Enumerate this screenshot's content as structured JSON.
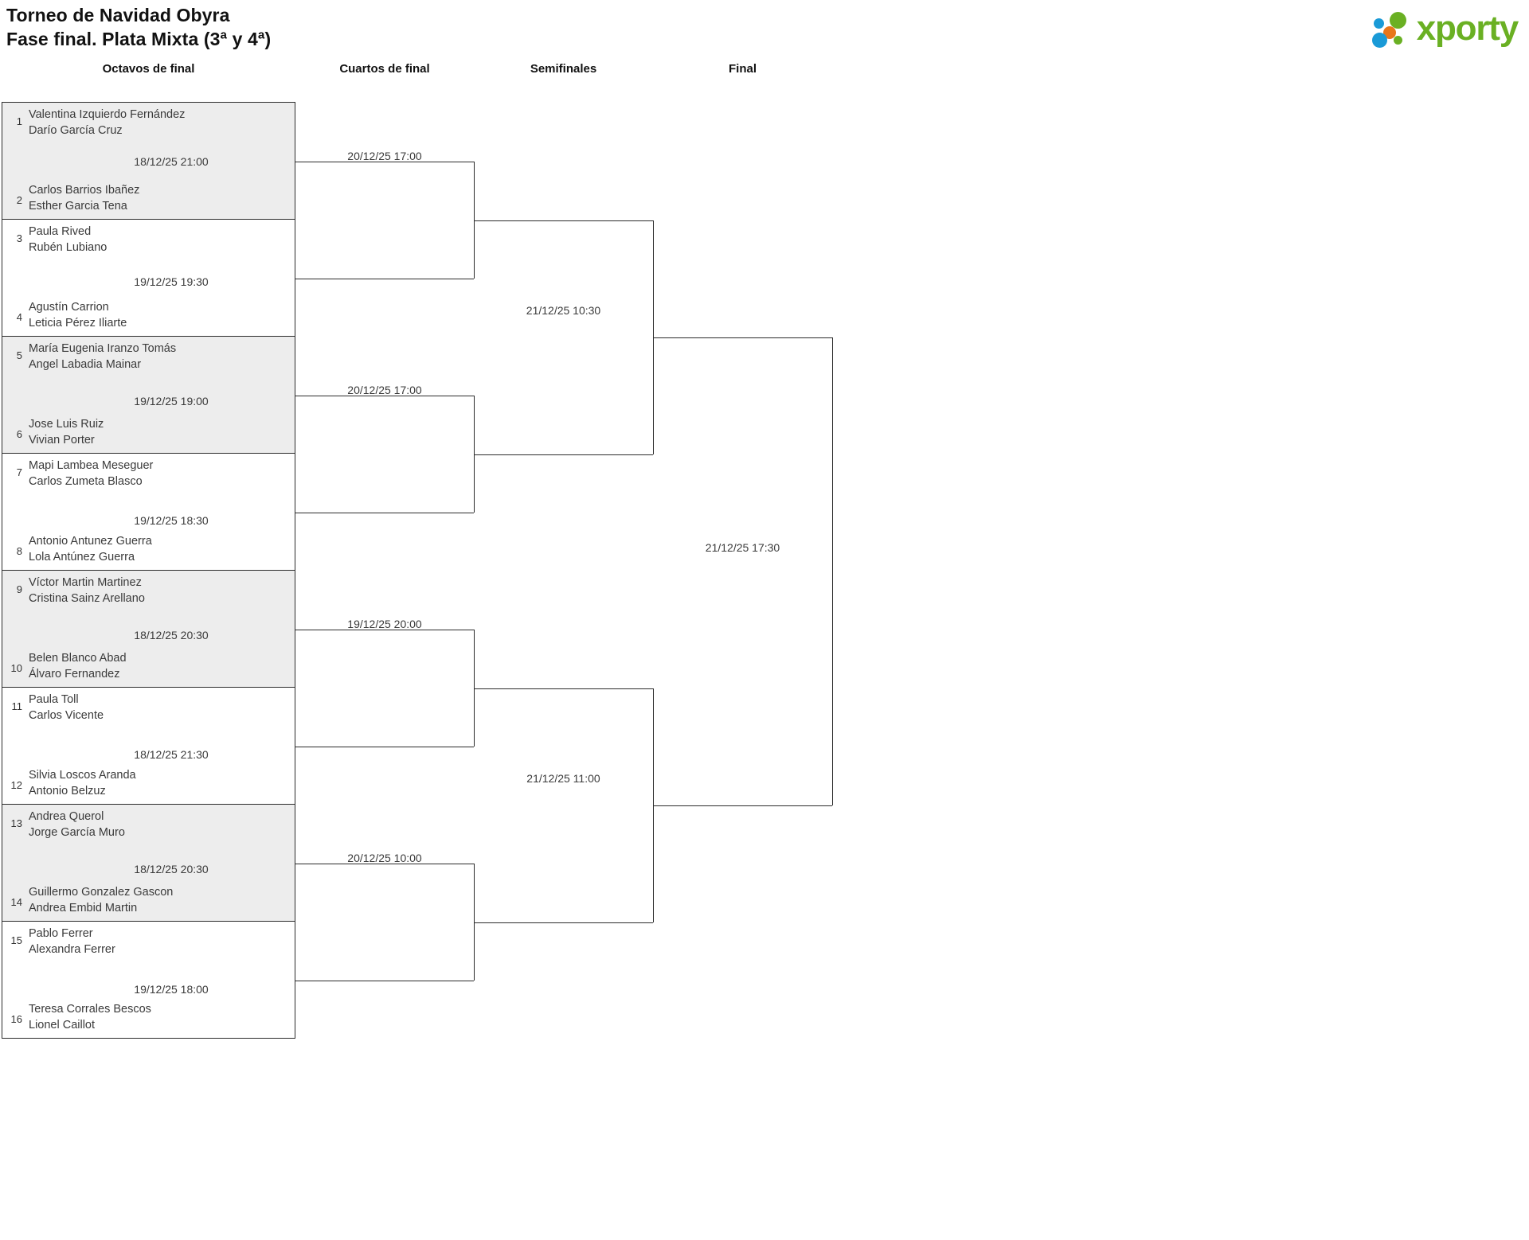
{
  "header": {
    "title_line1": "Torneo de Navidad Obyra",
    "title_line2": "Fase final. Plata Mixta (3ª y 4ª)"
  },
  "logo": {
    "word": "xporty",
    "green": "#6ab023",
    "blue": "#1a9ad7",
    "orange": "#e8761a"
  },
  "rounds": [
    {
      "id": "octavos",
      "label": "Octavos de final"
    },
    {
      "id": "cuartos",
      "label": "Cuartos de final"
    },
    {
      "id": "semis",
      "label": "Semifinales"
    },
    {
      "id": "final",
      "label": "Final"
    }
  ],
  "bracket": {
    "round_of_16": {
      "slots": [
        {
          "seed": "1",
          "player1": "Valentina Izquierdo Fernández",
          "player2": "Darío García Cruz"
        },
        {
          "seed": "2",
          "player1": "Carlos Barrios Ibañez",
          "player2": "Esther Garcia Tena"
        },
        {
          "seed": "3",
          "player1": "Paula Rived",
          "player2": "Rubén Lubiano"
        },
        {
          "seed": "4",
          "player1": "Agustín Carrion",
          "player2": "Leticia Pérez Iliarte"
        },
        {
          "seed": "5",
          "player1": "María Eugenia Iranzo Tomás",
          "player2": "Angel Labadia Mainar"
        },
        {
          "seed": "6",
          "player1": "Jose Luis Ruiz",
          "player2": "Vivian Porter"
        },
        {
          "seed": "7",
          "player1": "Mapi Lambea Meseguer",
          "player2": "Carlos Zumeta Blasco"
        },
        {
          "seed": "8",
          "player1": "Antonio Antunez Guerra",
          "player2": "Lola Antúnez Guerra"
        },
        {
          "seed": "9",
          "player1": "Víctor Martin Martinez",
          "player2": "Cristina Sainz Arellano"
        },
        {
          "seed": "10",
          "player1": "Belen Blanco Abad",
          "player2": "Álvaro Fernandez"
        },
        {
          "seed": "11",
          "player1": "Paula Toll",
          "player2": "Carlos Vicente"
        },
        {
          "seed": "12",
          "player1": "Silvia Loscos Aranda",
          "player2": "Antonio Belzuz"
        },
        {
          "seed": "13",
          "player1": "Andrea Querol",
          "player2": "Jorge García Muro"
        },
        {
          "seed": "14",
          "player1": "Guillermo Gonzalez Gascon",
          "player2": "Andrea Embid Martin"
        },
        {
          "seed": "15",
          "player1": "Pablo Ferrer",
          "player2": "Alexandra Ferrer"
        },
        {
          "seed": "16",
          "player1": "Teresa Corrales Bescos",
          "player2": "Lionel Caillot"
        }
      ],
      "match_times": [
        "18/12/25 21:00",
        "19/12/25 19:30",
        "19/12/25 19:00",
        "19/12/25 18:30",
        "18/12/25 20:30",
        "18/12/25 21:30",
        "18/12/25 20:30",
        "19/12/25 18:00"
      ]
    },
    "quarter_finals": {
      "match_times": [
        "20/12/25 17:00",
        "20/12/25 17:00",
        "19/12/25 20:00",
        "20/12/25 10:00"
      ]
    },
    "semi_finals": {
      "match_times": [
        "21/12/25 10:30",
        "21/12/25 11:00"
      ]
    },
    "final_round": {
      "match_times": [
        "21/12/25 17:30"
      ]
    }
  }
}
